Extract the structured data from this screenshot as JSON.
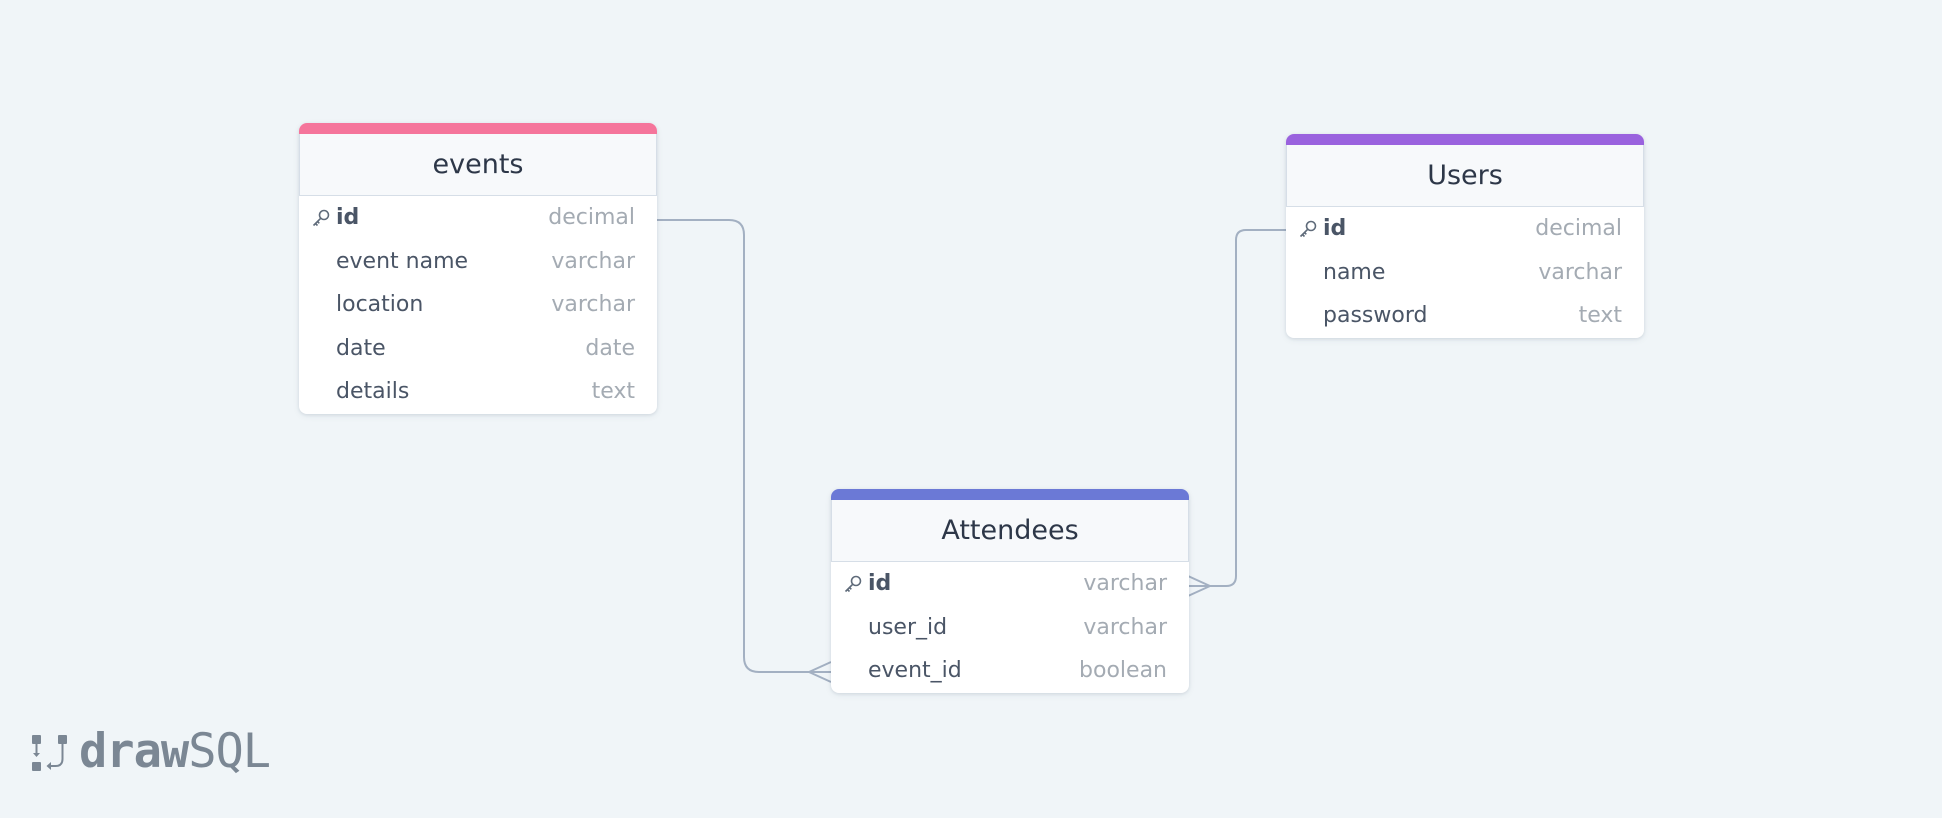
{
  "colors": {
    "background": "#f0f5f8",
    "events_accent": "#f5759b",
    "users_accent": "#9a62de",
    "attendees_accent": "#6b79d6",
    "connector": "#a3b0c2"
  },
  "tables": {
    "events": {
      "title": "events",
      "columns": [
        {
          "name": "id",
          "type": "decimal",
          "primary_key": true
        },
        {
          "name": "event name",
          "type": "varchar"
        },
        {
          "name": "location",
          "type": "varchar"
        },
        {
          "name": "date",
          "type": "date"
        },
        {
          "name": "details",
          "type": "text"
        }
      ]
    },
    "users": {
      "title": "Users",
      "columns": [
        {
          "name": "id",
          "type": "decimal",
          "primary_key": true
        },
        {
          "name": "name",
          "type": "varchar"
        },
        {
          "name": "password",
          "type": "text"
        }
      ]
    },
    "attendees": {
      "title": "Attendees",
      "columns": [
        {
          "name": "id",
          "type": "varchar",
          "primary_key": true
        },
        {
          "name": "user_id",
          "type": "varchar"
        },
        {
          "name": "event_id",
          "type": "boolean"
        }
      ]
    }
  },
  "relationships": [
    {
      "from": "events.id",
      "to": "Attendees.event_id",
      "cardinality": "one-to-many"
    },
    {
      "from": "Users.id",
      "to": "Attendees.id",
      "cardinality": "one-to-many"
    }
  ],
  "logo": {
    "bold_part": "draw",
    "light_part": "SQL"
  }
}
